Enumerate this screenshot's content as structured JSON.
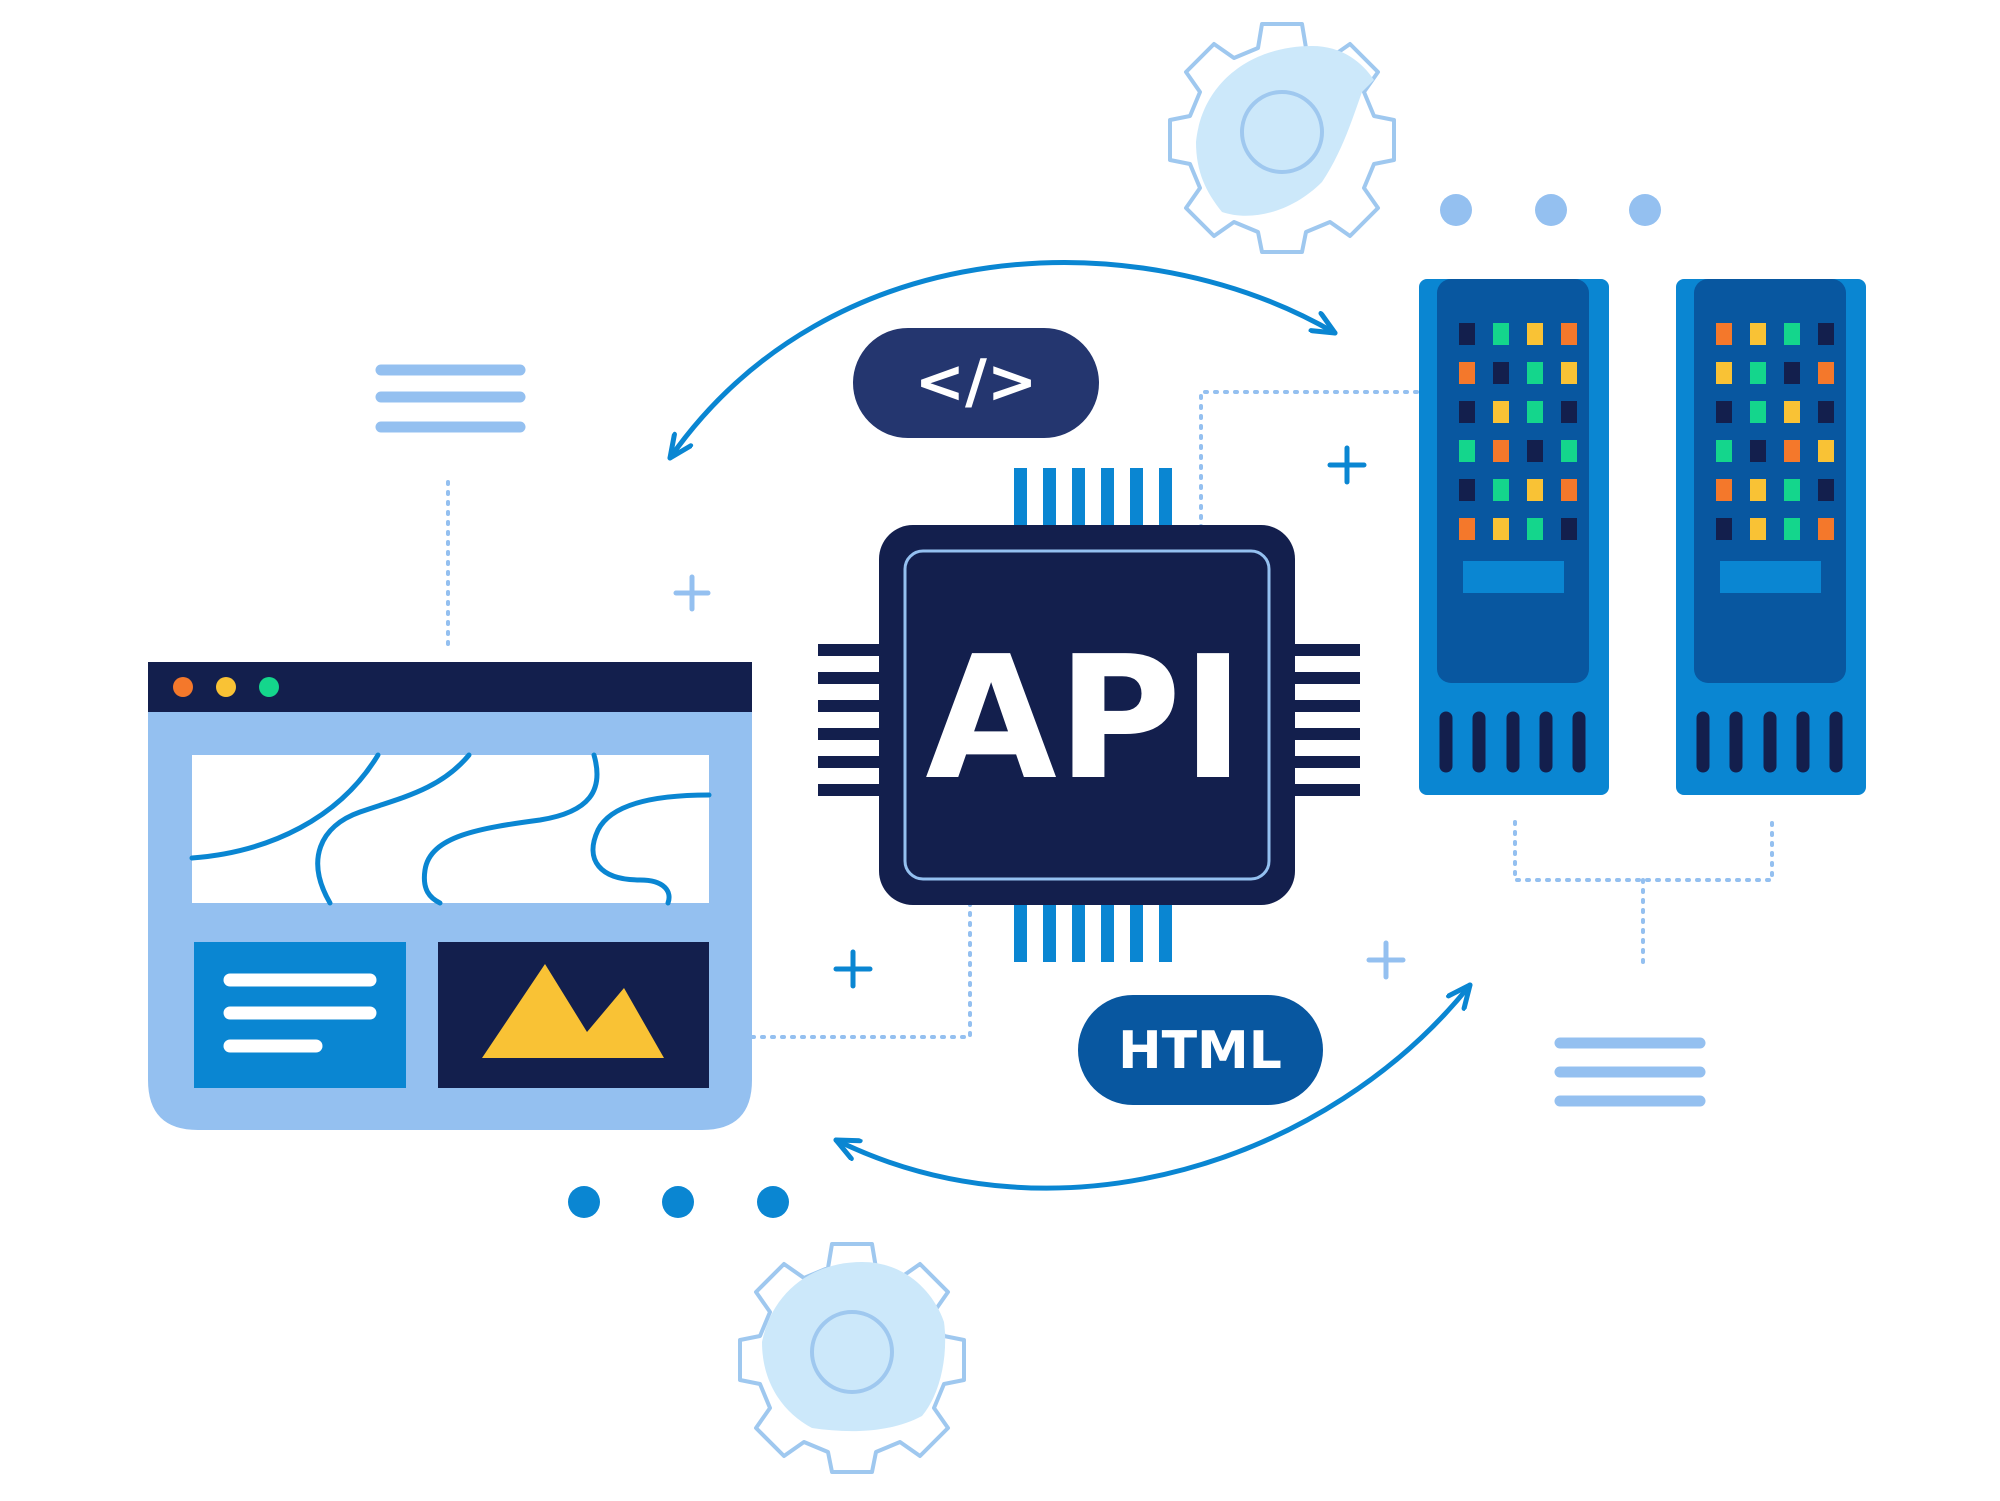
{
  "labels": {
    "code_tag": "</>",
    "chip": "API",
    "html_tag": "HTML"
  },
  "colors": {
    "navy": "#131f4d",
    "navy_badge": "#24366f",
    "blue": "#0a86d2",
    "blue_dark": "#0857a0",
    "blue_light": "#94c0f0",
    "pale_blue": "#cce8fa",
    "gear_outline": "#9fc8ef",
    "yellow": "#f9c235",
    "orange": "#f4782b",
    "green": "#14d68c",
    "white": "#ffffff"
  },
  "browser_window": {
    "dots": [
      "#f4782b",
      "#f9c235",
      "#14d68c"
    ]
  },
  "servers": {
    "left_led_grid": [
      [
        "navy",
        "green",
        "yellow",
        "orange"
      ],
      [
        "orange",
        "navy",
        "green",
        "yellow"
      ],
      [
        "navy",
        "yellow",
        "green",
        "navy"
      ],
      [
        "green",
        "orange",
        "navy",
        "green"
      ],
      [
        "navy",
        "green",
        "yellow",
        "orange"
      ],
      [
        "orange",
        "yellow",
        "green",
        "navy"
      ]
    ],
    "right_led_grid": [
      [
        "orange",
        "yellow",
        "green",
        "navy"
      ],
      [
        "yellow",
        "green",
        "navy",
        "orange"
      ],
      [
        "navy",
        "green",
        "yellow",
        "navy"
      ],
      [
        "green",
        "navy",
        "orange",
        "yellow"
      ],
      [
        "orange",
        "yellow",
        "green",
        "navy"
      ],
      [
        "navy",
        "yellow",
        "green",
        "orange"
      ]
    ]
  }
}
